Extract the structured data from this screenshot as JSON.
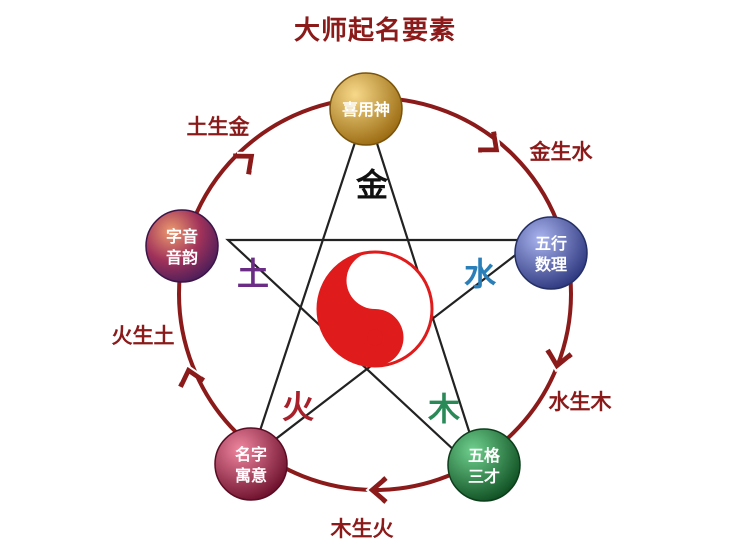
{
  "title": "大师起名要素",
  "nodes": {
    "xiyongshen": {
      "lines": [
        "喜用神"
      ],
      "color": "#c9941c"
    },
    "wuxing": {
      "lines": [
        "五行",
        "数理"
      ],
      "color": "#4b5aa8"
    },
    "wuge": {
      "lines": [
        "五格",
        "三才"
      ],
      "color": "#1f7a3a"
    },
    "mingzi": {
      "lines": [
        "名字",
        "寓意"
      ],
      "color": "#a3224a"
    },
    "ziyin": {
      "lines": [
        "字音",
        "音韵"
      ],
      "color": "#8a2f6a"
    }
  },
  "elements": {
    "jin": {
      "char": "金",
      "color": "#111111"
    },
    "shui": {
      "char": "水",
      "color": "#2a7fb8"
    },
    "mu": {
      "char": "木",
      "color": "#2a8a57"
    },
    "huo": {
      "char": "火",
      "color": "#a8202a"
    },
    "tu": {
      "char": "土",
      "color": "#6b2c86"
    }
  },
  "relations": {
    "jin_sheng_shui": "金生水",
    "shui_sheng_mu": "水生木",
    "mu_sheng_huo": "木生火",
    "huo_sheng_tu": "火生土",
    "tu_sheng_jin": "土生金"
  },
  "colors": {
    "circle": "#8b1a1a",
    "star": "#222222",
    "yinyang": "#e01b1b"
  }
}
